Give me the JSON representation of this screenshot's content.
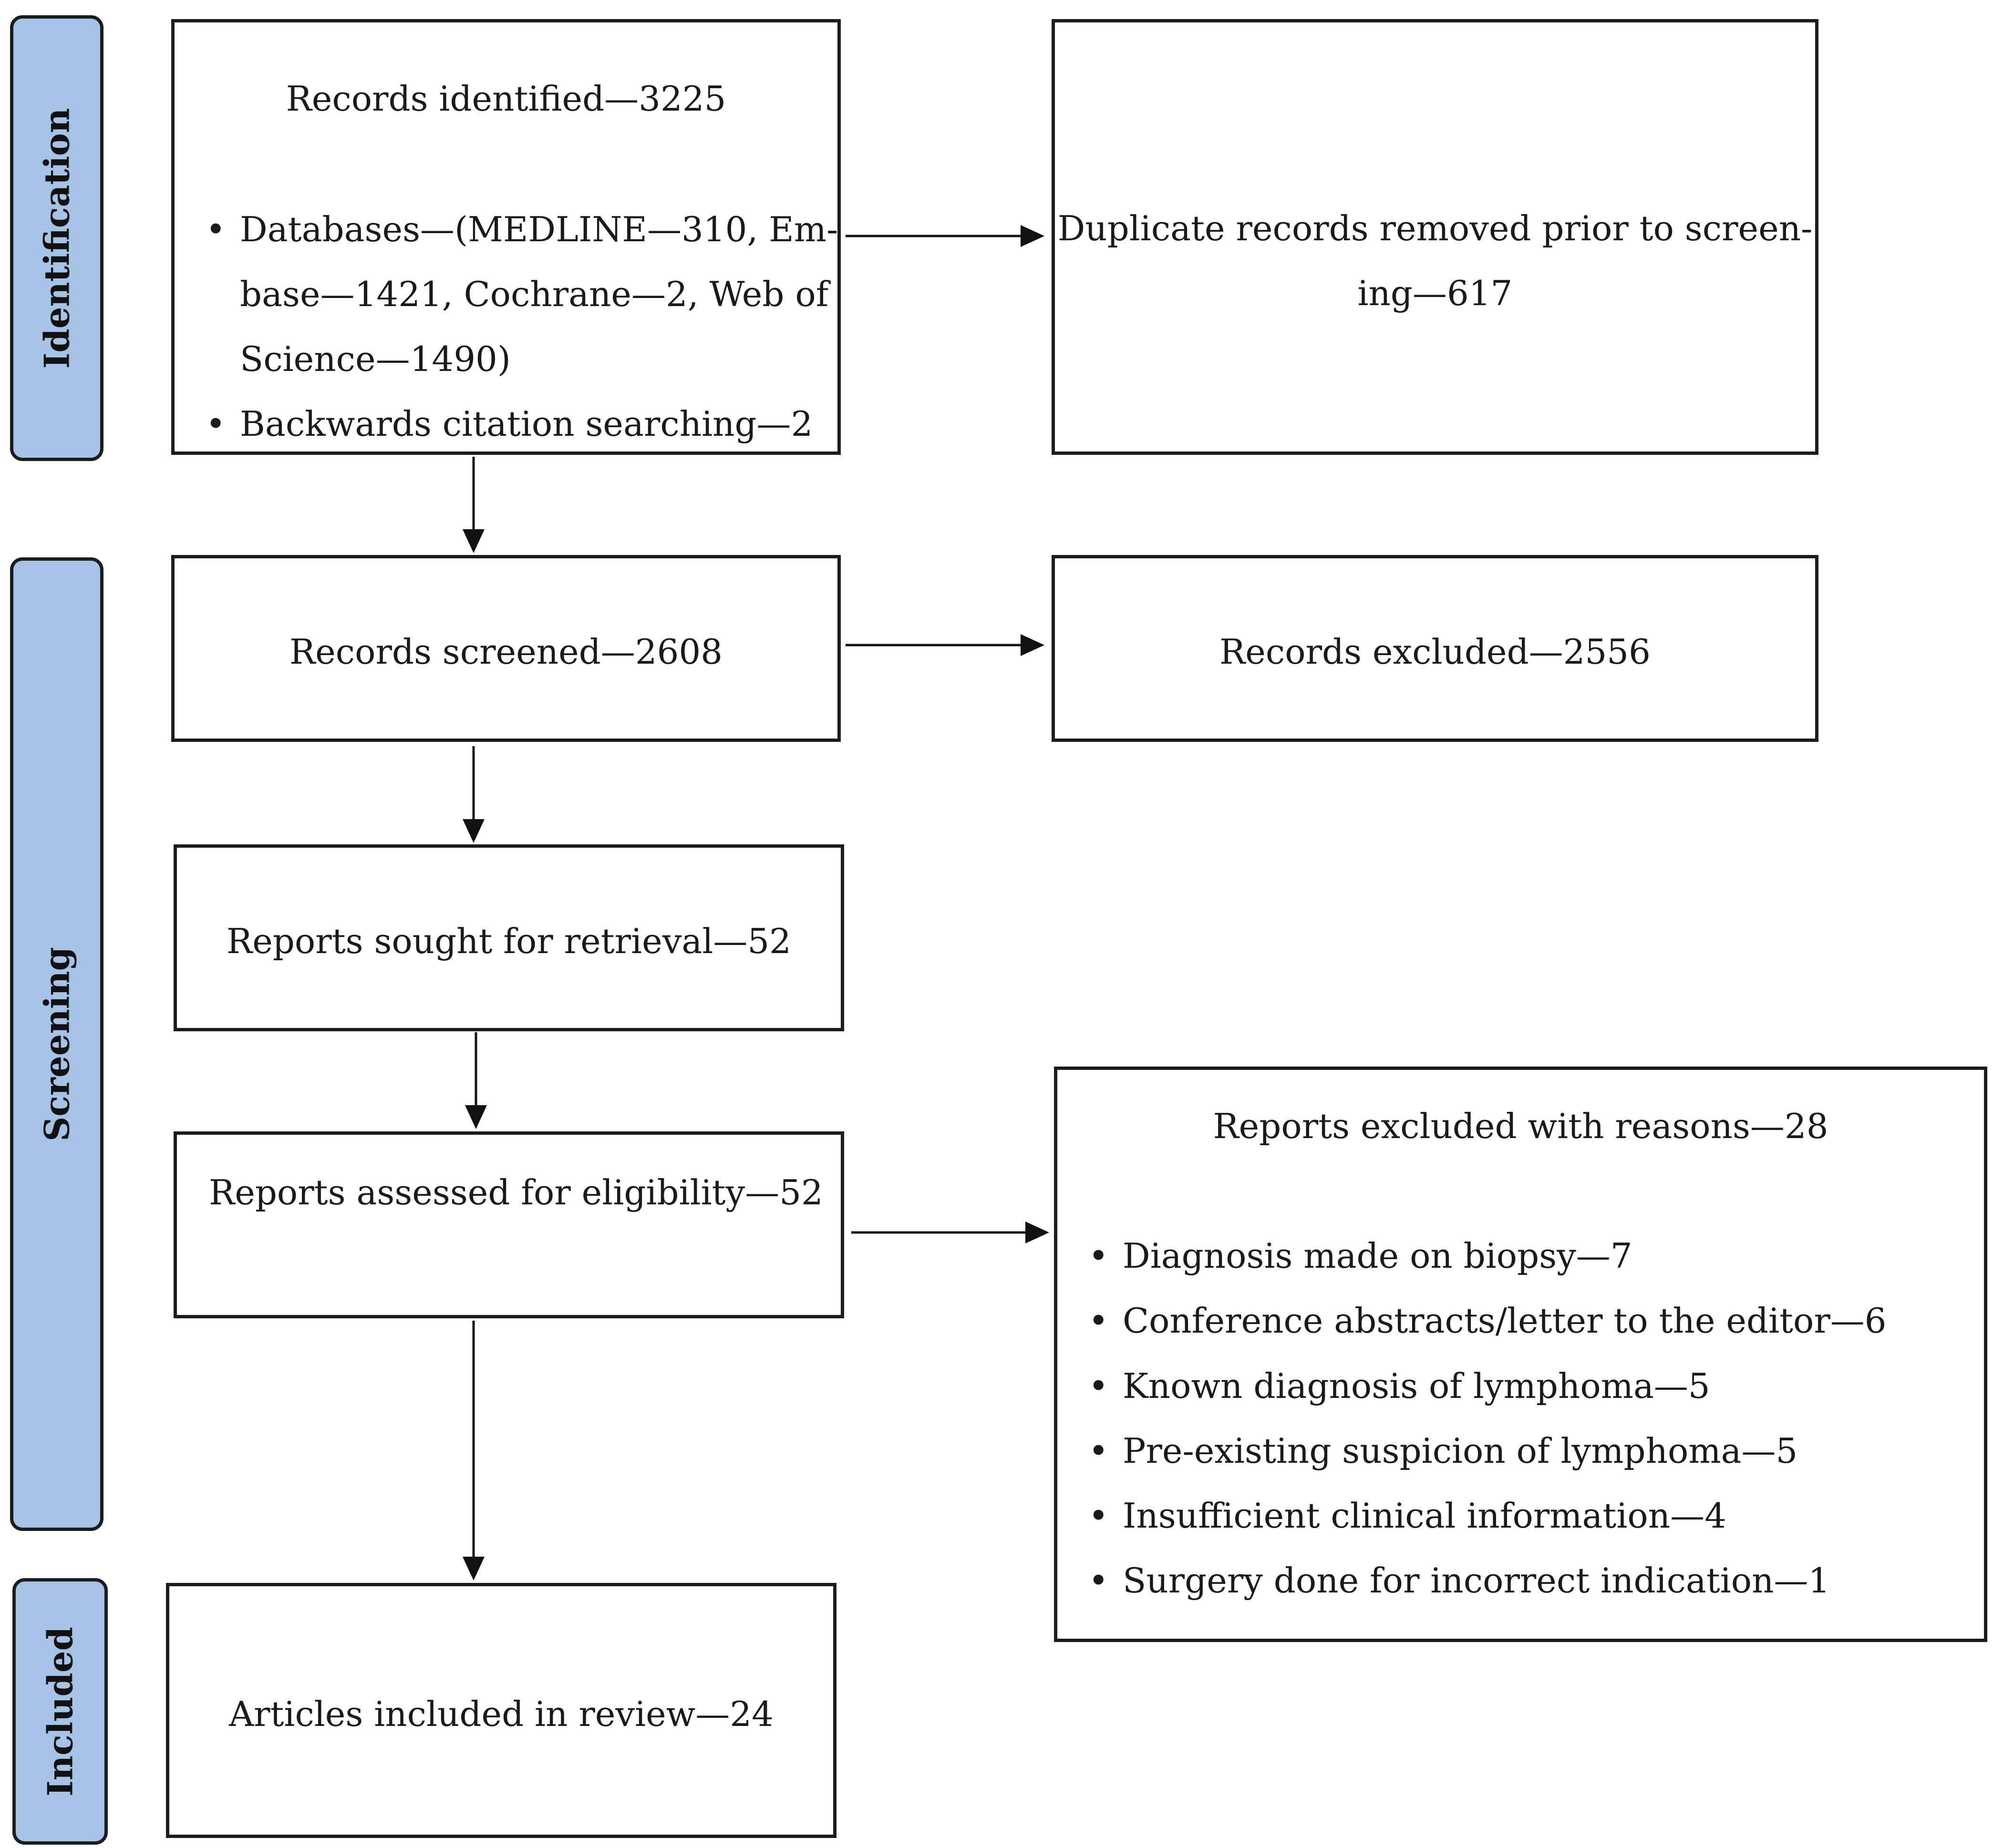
{
  "phases": {
    "identification": "Identification",
    "screening": "Screening",
    "included": "Included"
  },
  "records_identified": {
    "title": "Records identified—3225",
    "bullet1_line1": "Databases—(MEDLINE—310, Em-",
    "bullet1_line2": "base—1421, Cochrane—2, Web of",
    "bullet1_line3": "Science—1490)",
    "bullet2": "Backwards citation searching—2"
  },
  "duplicates": {
    "line1": "Duplicate records removed prior to screen-",
    "line2": "ing—617"
  },
  "records_screened": "Records screened—2608",
  "records_excluded": "Records excluded—2556",
  "reports_sought": "Reports sought for retrieval—52",
  "reports_assessed": "Reports assessed for eligibility—52",
  "reports_excluded": {
    "title": "Reports excluded with reasons—28",
    "reasons": [
      "Diagnosis made on biopsy—7",
      "Conference abstracts/letter to the editor—6",
      "Known diagnosis of lymphoma—5",
      "Pre-existing suspicion of lymphoma—5",
      "Insufficient clinical information—4",
      "Surgery done for incorrect indication—1"
    ]
  },
  "articles_included": "Articles included in review—24"
}
